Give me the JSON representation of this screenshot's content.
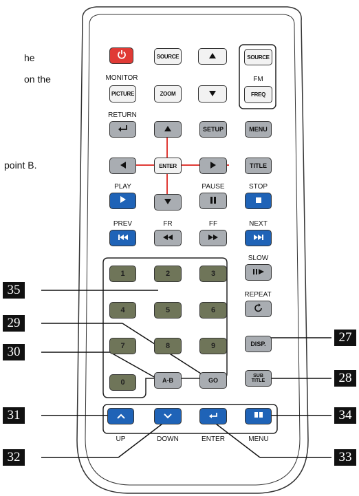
{
  "text_fragments": [
    "he",
    "on the",
    "point B."
  ],
  "colors": {
    "power": "#e03a35",
    "blue": "#1f63b7",
    "olive": "#6f7559",
    "gray": "#a9adb2",
    "light": "#f2f2f2",
    "callout": "#111111",
    "cross": "#e03a35"
  },
  "labels": {
    "monitor": "MONITOR",
    "fm": "FM",
    "return": "RETURN",
    "play": "PLAY",
    "pause": "PAUSE",
    "stop": "STOP",
    "prev": "PREV",
    "fr": "FR",
    "ff": "FF",
    "next": "NEXT",
    "slow": "SLOW",
    "repeat": "REPEAT",
    "up": "UP",
    "down": "DOWN",
    "enter": "ENTER",
    "menu": "MENU"
  },
  "buttons": {
    "source": "SOURCE",
    "source_fm": "SOURCE",
    "picture": "PICTURE",
    "zoom": "ZOOM",
    "freq": "FREQ",
    "setup": "SETUP",
    "menu": "MENU",
    "enter": "ENTER",
    "title": "TITLE",
    "disp": "DISP.",
    "subtitle_line1": "SUB",
    "subtitle_line2": "TITLE",
    "ab": "A-B",
    "go": "GO",
    "numbers": [
      "1",
      "2",
      "3",
      "4",
      "5",
      "6",
      "7",
      "8",
      "9",
      "0"
    ]
  },
  "icons": {
    "power": "power-icon",
    "up": "triangle-up-icon",
    "down": "triangle-down-icon",
    "left": "triangle-left-icon",
    "right": "triangle-right-icon",
    "return": "return-arrow-icon",
    "play": "play-icon",
    "pause": "pause-icon",
    "stop": "stop-icon",
    "prev": "skip-prev-icon",
    "fr": "rewind-icon",
    "ff": "fast-forward-icon",
    "next": "skip-next-icon",
    "slow": "slow-icon",
    "repeat": "repeat-icon",
    "nav_up": "chevron-up-icon",
    "nav_down": "chevron-down-icon",
    "nav_enter": "enter-arrow-icon",
    "nav_menu": "book-menu-icon"
  },
  "callouts": {
    "c27": "27",
    "c28": "28",
    "c29": "29",
    "c30": "30",
    "c31": "31",
    "c32": "32",
    "c33": "33",
    "c34": "34",
    "c35": "35"
  }
}
